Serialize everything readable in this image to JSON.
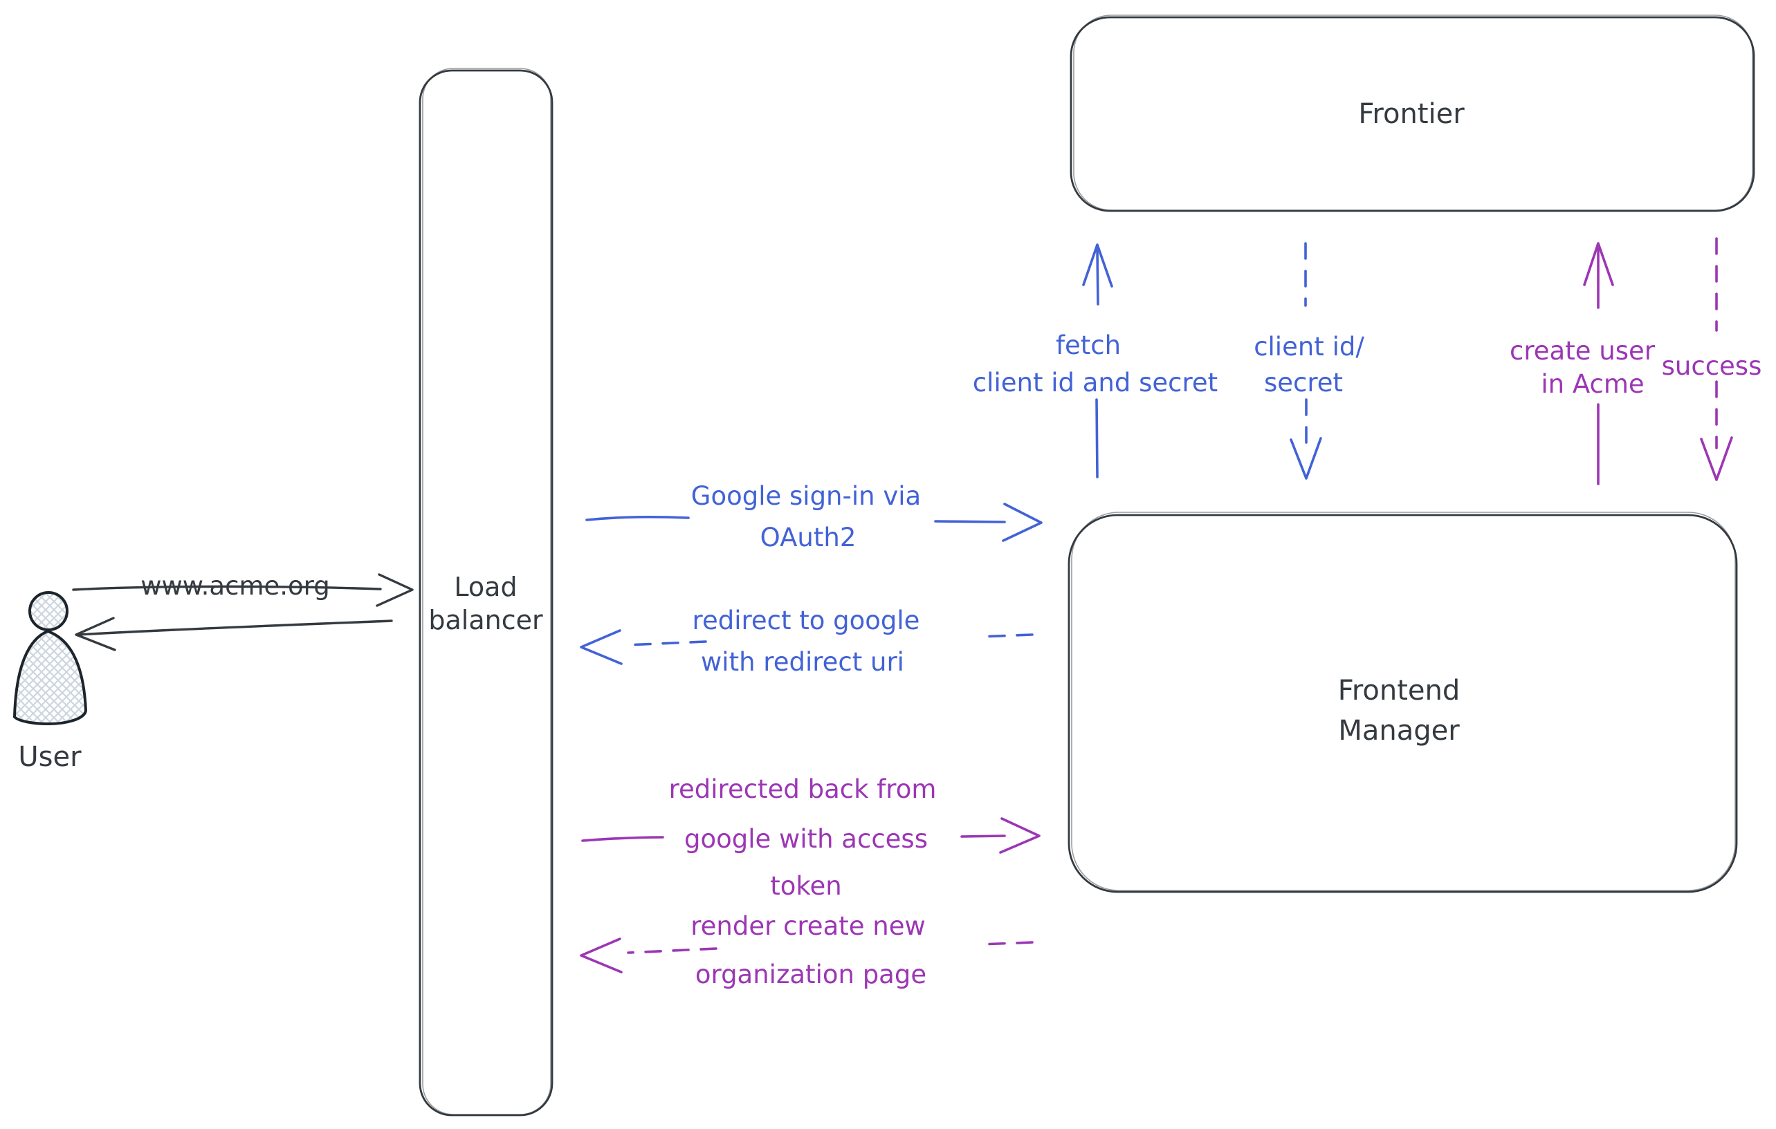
{
  "diagram": {
    "nodes": {
      "user": {
        "label": "User"
      },
      "load_balancer": {
        "line1": "Load",
        "line2": "balancer"
      },
      "frontier": {
        "label": "Frontier"
      },
      "frontend_manager": {
        "line1": "Frontend",
        "line2": "Manager"
      }
    },
    "edges": {
      "www_acme": {
        "label": "www.acme.org"
      },
      "google_signin": {
        "line1": "Google sign-in via",
        "line2": "OAuth2"
      },
      "redirect_google": {
        "line1": "redirect to google",
        "line2": "with redirect uri"
      },
      "redirected_back": {
        "line1": "redirected back from",
        "line2": "google with access",
        "line3": "token"
      },
      "render_page": {
        "line1": "render create new",
        "line2": "organization page"
      },
      "fetch_creds": {
        "line1": "fetch",
        "line2": "client id and secret"
      },
      "client_id_secret": {
        "line1": "client id/",
        "line2": "secret"
      },
      "create_user": {
        "line1": "create user",
        "line2": "in Acme"
      },
      "success": {
        "label": "success"
      }
    },
    "colors": {
      "ink": "#343a40",
      "blue": "#4262d6",
      "purple": "#9c36b5",
      "hatch": "#ccd6e0",
      "background": "#ffffff"
    }
  }
}
